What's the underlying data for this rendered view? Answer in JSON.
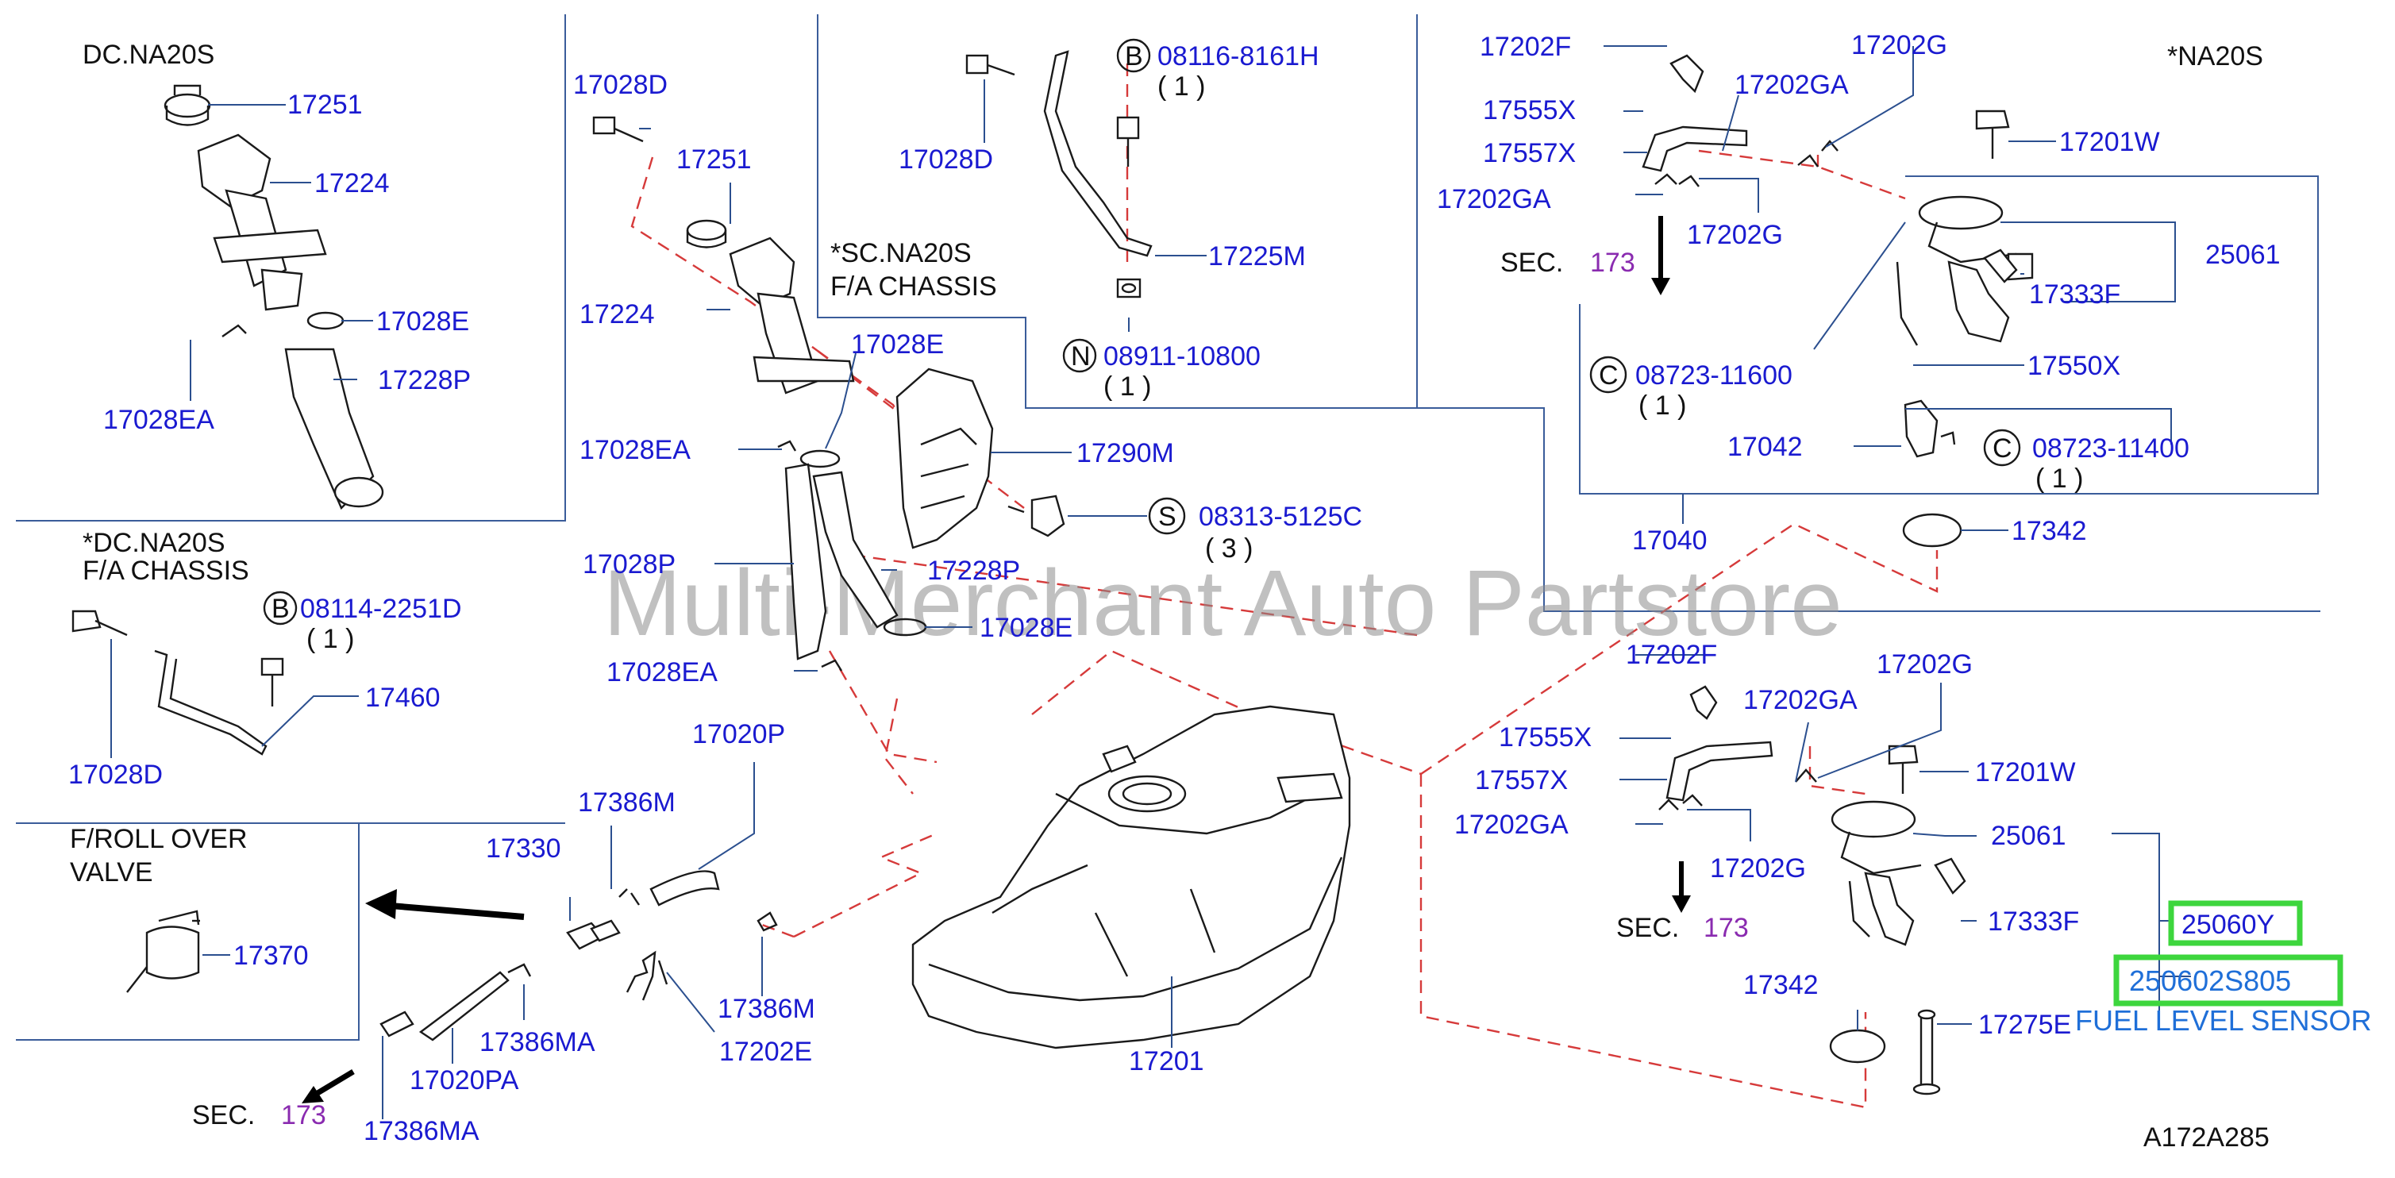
{
  "diagram": {
    "code": "A172A285",
    "watermark": "Multi-Merchant Auto Partstore",
    "sections": {
      "dc_na20s": "DC.NA20S",
      "dc_na20s_fa_1": "*DC.NA20S",
      "dc_na20s_fa_2": "F/A   CHASSIS",
      "sc_na20s_1": "*SC.NA20S",
      "sc_na20s_2": "F/A   CHASSIS",
      "na20s": "*NA20S",
      "froll_1": "F/ROLL   OVER",
      "froll_2": "VALVE"
    },
    "parts": {
      "p17251_a": "17251",
      "p17224_a": "17224",
      "p17028E_a": "17028E",
      "p17028EA_a": "17028EA",
      "p17228P_a": "17228P",
      "p17028D_a": "17028D",
      "p17251_b": "17251",
      "p17224_b": "17224",
      "p17028E_b": "17028E",
      "p17028EA_b": "17028EA",
      "p17028P": "17028P",
      "p17228P_b": "17228P",
      "p17028E_c": "17028E",
      "p17028EA_c": "17028EA",
      "p17290M": "17290M",
      "p17028D_b": "17028D",
      "p08116": "08116-8161H",
      "q08116": "( 1 )",
      "p17225M": "17225M",
      "p08911": "08911-10800",
      "q08911": "( 1 )",
      "p08313": "08313-5125C",
      "q08313": "( 3 )",
      "p08114": "08114-2251D",
      "q08114": "( 1 )",
      "p17460": "17460",
      "p17028D_c": "17028D",
      "p17370": "17370",
      "p17330": "17330",
      "p17386M_a": "17386M",
      "p17020P": "17020P",
      "p17386M_b": "17386M",
      "p17386MA_a": "17386MA",
      "p17020PA": "17020PA",
      "p17386MA_b": "17386MA",
      "p17202E": "17202E",
      "p17201": "17201",
      "p17202F_a": "17202F",
      "p17202G_a": "17202G",
      "p17202GA_a": "17202GA",
      "p17555X_a": "17555X",
      "p17557X_a": "17557X",
      "p17202GA_b": "17202GA",
      "p17202G_b": "17202G",
      "p17201W_a": "17201W",
      "p25061_a": "25061",
      "p17333F_a": "17333F",
      "p08723_a": "08723-11600",
      "q08723_a": "( 1 )",
      "p17550X": "17550X",
      "p17042": "17042",
      "p08723_b": "08723-11400",
      "q08723_b": "( 1 )",
      "p17040": "17040",
      "p17342_a": "17342",
      "p17202F_b": "17202F",
      "p17202G_c": "17202G",
      "p17202GA_c": "17202GA",
      "p17555X_b": "17555X",
      "p17557X_b": "17557X",
      "p17201W_b": "17201W",
      "p17202GA_d": "17202GA",
      "p25061_b": "25061",
      "p17202G_d": "17202G",
      "p17333F_b": "17333F",
      "p17342_b": "17342",
      "p17275E": "17275E",
      "p25060Y": "25060Y",
      "p250602S805": "250602S805",
      "fuel_level_sensor": "FUEL LEVEL SENSOR"
    },
    "markers": {
      "B": "B",
      "N": "N",
      "S": "S",
      "C": "C"
    },
    "sec": {
      "label": "SEC.",
      "num": "173"
    },
    "colors": {
      "part_number": "#1a1ad0",
      "leader": "#2b4f8f",
      "dashed": "#d63a3a",
      "highlight": "#3dd63d",
      "sec_num": "#8a2bb0"
    }
  }
}
